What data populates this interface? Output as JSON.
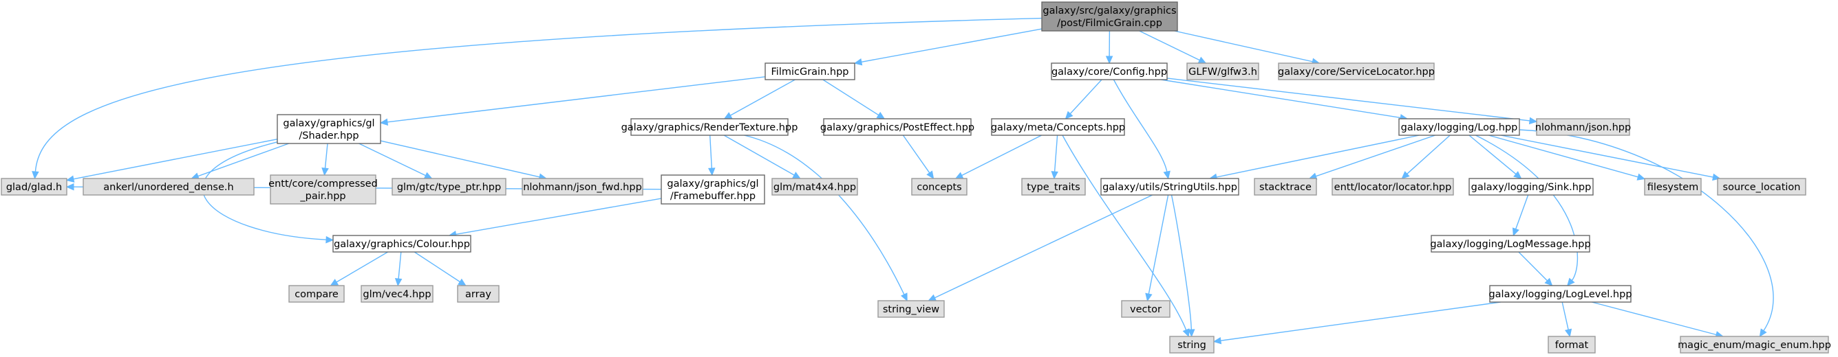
{
  "diagram": {
    "nodes": [
      {
        "id": "root",
        "lines": [
          "galaxy/src/galaxy/graphics",
          "/post/FilmicGrain.cpp"
        ],
        "style": "root"
      },
      {
        "id": "filmic_hpp",
        "lines": [
          "FilmicGrain.hpp"
        ],
        "style": "doc"
      },
      {
        "id": "config_hpp",
        "lines": [
          "galaxy/core/Config.hpp"
        ],
        "style": "doc"
      },
      {
        "id": "glfw3",
        "lines": [
          "GLFW/glfw3.h"
        ],
        "style": "ext"
      },
      {
        "id": "servicelocator",
        "lines": [
          "galaxy/core/ServiceLocator.hpp"
        ],
        "style": "ext"
      },
      {
        "id": "shader_hpp",
        "lines": [
          "galaxy/graphics/gl",
          "/Shader.hpp"
        ],
        "style": "doc"
      },
      {
        "id": "rendertexture_hpp",
        "lines": [
          "galaxy/graphics/RenderTexture.hpp"
        ],
        "style": "doc"
      },
      {
        "id": "posteffect_hpp",
        "lines": [
          "galaxy/graphics/PostEffect.hpp"
        ],
        "style": "doc"
      },
      {
        "id": "concepts_hpp",
        "lines": [
          "galaxy/meta/Concepts.hpp"
        ],
        "style": "doc"
      },
      {
        "id": "log_hpp",
        "lines": [
          "galaxy/logging/Log.hpp"
        ],
        "style": "doc"
      },
      {
        "id": "json_hpp",
        "lines": [
          "nlohmann/json.hpp"
        ],
        "style": "ext"
      },
      {
        "id": "glad",
        "lines": [
          "glad/glad.h"
        ],
        "style": "ext"
      },
      {
        "id": "unordered_dense",
        "lines": [
          "ankerl/unordered_dense.h"
        ],
        "style": "ext"
      },
      {
        "id": "compressed_pair",
        "lines": [
          "entt/core/compressed",
          "_pair.hpp"
        ],
        "style": "ext"
      },
      {
        "id": "type_ptr",
        "lines": [
          "glm/gtc/type_ptr.hpp"
        ],
        "style": "ext"
      },
      {
        "id": "json_fwd",
        "lines": [
          "nlohmann/json_fwd.hpp"
        ],
        "style": "ext"
      },
      {
        "id": "framebuffer_hpp",
        "lines": [
          "galaxy/graphics/gl",
          "/Framebuffer.hpp"
        ],
        "style": "doc"
      },
      {
        "id": "mat4x4",
        "lines": [
          "glm/mat4x4.hpp"
        ],
        "style": "ext"
      },
      {
        "id": "concepts",
        "lines": [
          "concepts"
        ],
        "style": "ext"
      },
      {
        "id": "type_traits",
        "lines": [
          "type_traits"
        ],
        "style": "ext"
      },
      {
        "id": "stringutils_hpp",
        "lines": [
          "galaxy/utils/StringUtils.hpp"
        ],
        "style": "doc"
      },
      {
        "id": "stacktrace",
        "lines": [
          "stacktrace"
        ],
        "style": "ext"
      },
      {
        "id": "locator",
        "lines": [
          "entt/locator/locator.hpp"
        ],
        "style": "ext"
      },
      {
        "id": "sink_hpp",
        "lines": [
          "galaxy/logging/Sink.hpp"
        ],
        "style": "doc"
      },
      {
        "id": "filesystem",
        "lines": [
          "filesystem"
        ],
        "style": "ext"
      },
      {
        "id": "source_location",
        "lines": [
          "source_location"
        ],
        "style": "ext"
      },
      {
        "id": "colour_hpp",
        "lines": [
          "galaxy/graphics/Colour.hpp"
        ],
        "style": "doc"
      },
      {
        "id": "string_view",
        "lines": [
          "string_view"
        ],
        "style": "ext"
      },
      {
        "id": "vector",
        "lines": [
          "vector"
        ],
        "style": "ext"
      },
      {
        "id": "logmessage_hpp",
        "lines": [
          "galaxy/logging/LogMessage.hpp"
        ],
        "style": "doc"
      },
      {
        "id": "compare",
        "lines": [
          "compare"
        ],
        "style": "ext"
      },
      {
        "id": "vec4",
        "lines": [
          "glm/vec4.hpp"
        ],
        "style": "ext"
      },
      {
        "id": "array",
        "lines": [
          "array"
        ],
        "style": "ext"
      },
      {
        "id": "loglevel_hpp",
        "lines": [
          "galaxy/logging/LogLevel.hpp"
        ],
        "style": "doc"
      },
      {
        "id": "string",
        "lines": [
          "string"
        ],
        "style": "ext"
      },
      {
        "id": "format",
        "lines": [
          "format"
        ],
        "style": "ext"
      },
      {
        "id": "magic_enum",
        "lines": [
          "magic_enum/magic_enum.hpp"
        ],
        "style": "ext"
      }
    ],
    "edges": [
      {
        "from": "root",
        "to": "filmic_hpp"
      },
      {
        "from": "root",
        "to": "config_hpp"
      },
      {
        "from": "root",
        "to": "glfw3"
      },
      {
        "from": "root",
        "to": "servicelocator"
      },
      {
        "from": "root",
        "to": "glad"
      },
      {
        "from": "filmic_hpp",
        "to": "shader_hpp"
      },
      {
        "from": "filmic_hpp",
        "to": "rendertexture_hpp"
      },
      {
        "from": "filmic_hpp",
        "to": "posteffect_hpp"
      },
      {
        "from": "shader_hpp",
        "to": "glad"
      },
      {
        "from": "shader_hpp",
        "to": "unordered_dense"
      },
      {
        "from": "shader_hpp",
        "to": "compressed_pair"
      },
      {
        "from": "shader_hpp",
        "to": "type_ptr"
      },
      {
        "from": "shader_hpp",
        "to": "json_fwd"
      },
      {
        "from": "shader_hpp",
        "to": "colour_hpp"
      },
      {
        "from": "rendertexture_hpp",
        "to": "framebuffer_hpp"
      },
      {
        "from": "rendertexture_hpp",
        "to": "mat4x4"
      },
      {
        "from": "rendertexture_hpp",
        "to": "string_view"
      },
      {
        "from": "framebuffer_hpp",
        "to": "glad"
      },
      {
        "from": "framebuffer_hpp",
        "to": "colour_hpp"
      },
      {
        "from": "posteffect_hpp",
        "to": "concepts"
      },
      {
        "from": "config_hpp",
        "to": "concepts_hpp"
      },
      {
        "from": "config_hpp",
        "to": "log_hpp"
      },
      {
        "from": "config_hpp",
        "to": "json_hpp"
      },
      {
        "from": "config_hpp",
        "to": "stringutils_hpp"
      },
      {
        "from": "concepts_hpp",
        "to": "concepts"
      },
      {
        "from": "concepts_hpp",
        "to": "type_traits"
      },
      {
        "from": "concepts_hpp",
        "to": "string"
      },
      {
        "from": "log_hpp",
        "to": "stringutils_hpp"
      },
      {
        "from": "log_hpp",
        "to": "stacktrace"
      },
      {
        "from": "log_hpp",
        "to": "locator"
      },
      {
        "from": "log_hpp",
        "to": "sink_hpp"
      },
      {
        "from": "log_hpp",
        "to": "filesystem"
      },
      {
        "from": "log_hpp",
        "to": "source_location"
      },
      {
        "from": "log_hpp",
        "to": "loglevel_hpp"
      },
      {
        "from": "log_hpp",
        "to": "magic_enum"
      },
      {
        "from": "stringutils_hpp",
        "to": "string_view"
      },
      {
        "from": "stringutils_hpp",
        "to": "vector"
      },
      {
        "from": "stringutils_hpp",
        "to": "string"
      },
      {
        "from": "sink_hpp",
        "to": "logmessage_hpp"
      },
      {
        "from": "logmessage_hpp",
        "to": "loglevel_hpp"
      },
      {
        "from": "colour_hpp",
        "to": "compare"
      },
      {
        "from": "colour_hpp",
        "to": "vec4"
      },
      {
        "from": "colour_hpp",
        "to": "array"
      },
      {
        "from": "loglevel_hpp",
        "to": "string"
      },
      {
        "from": "loglevel_hpp",
        "to": "format"
      },
      {
        "from": "loglevel_hpp",
        "to": "magic_enum"
      }
    ]
  }
}
